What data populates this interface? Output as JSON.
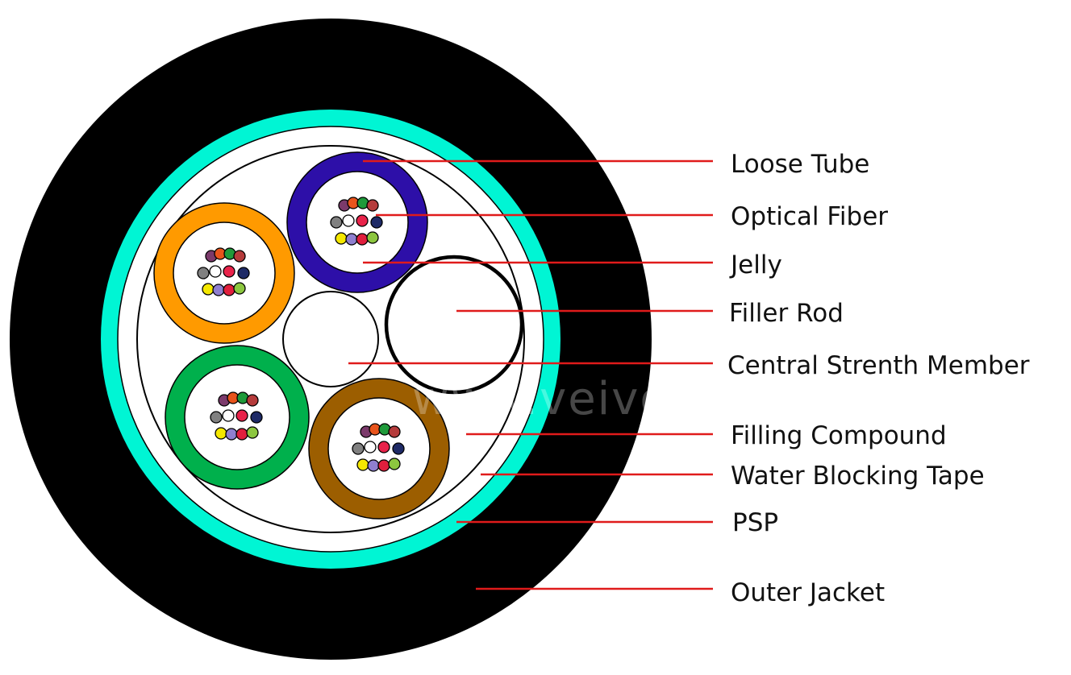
{
  "colors": {
    "jacket": "#000000",
    "psp": "#00f5d4",
    "leader": "#e01b1b",
    "tube_blue": "#2d0fa8",
    "tube_orange": "#ff9a00",
    "tube_green": "#00b04c",
    "tube_brown": "#9c5e00",
    "fiber": [
      "#7b3a6b",
      "#e8541c",
      "#1f9a3a",
      "#b53b3b",
      "#808080",
      "#ffffff",
      "#e8234a",
      "#1e2a66",
      "#f5e800",
      "#8f7fcf",
      "#e01f3d",
      "#8cc63f"
    ]
  },
  "watermark": "www.veivot.com",
  "labels": [
    {
      "id": "loose-tube",
      "text": "Loose Tube"
    },
    {
      "id": "optical-fiber",
      "text": "Optical Fiber"
    },
    {
      "id": "jelly",
      "text": "Jelly"
    },
    {
      "id": "filler-rod",
      "text": "Filler Rod"
    },
    {
      "id": "central-strength-member",
      "text": "Central Strenth Member"
    },
    {
      "id": "filling-compound",
      "text": "Filling Compound"
    },
    {
      "id": "water-blocking-tape",
      "text": "Water Blocking Tape"
    },
    {
      "id": "psp",
      "text": "PSP"
    },
    {
      "id": "outer-jacket",
      "text": "Outer Jacket"
    }
  ]
}
